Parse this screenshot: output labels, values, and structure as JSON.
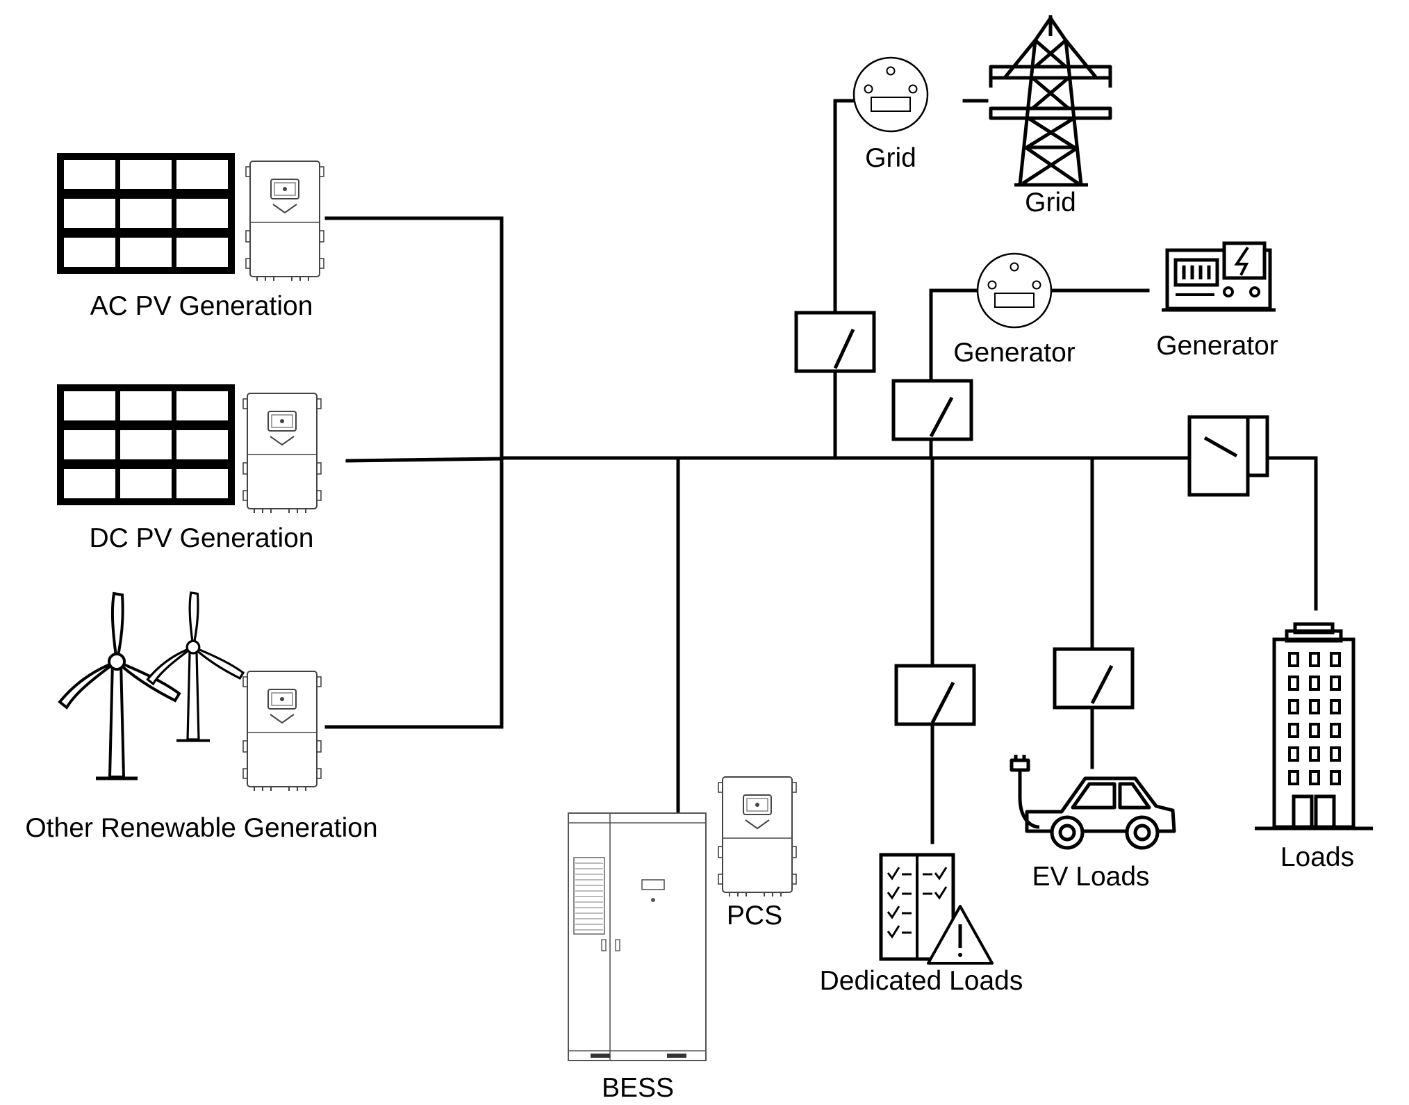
{
  "labels": {
    "ac_pv": "AC PV Generation",
    "dc_pv": "DC PV Generation",
    "other_renewable": "Other Renewable Generation",
    "grid_meter": "Grid",
    "grid_tower": "Grid",
    "generator_meter": "Generator",
    "generator_unit": "Generator",
    "bess": "BESS",
    "pcs": "PCS",
    "dedicated_loads": "Dedicated Loads",
    "ev_loads": "EV Loads",
    "loads": "Loads"
  }
}
